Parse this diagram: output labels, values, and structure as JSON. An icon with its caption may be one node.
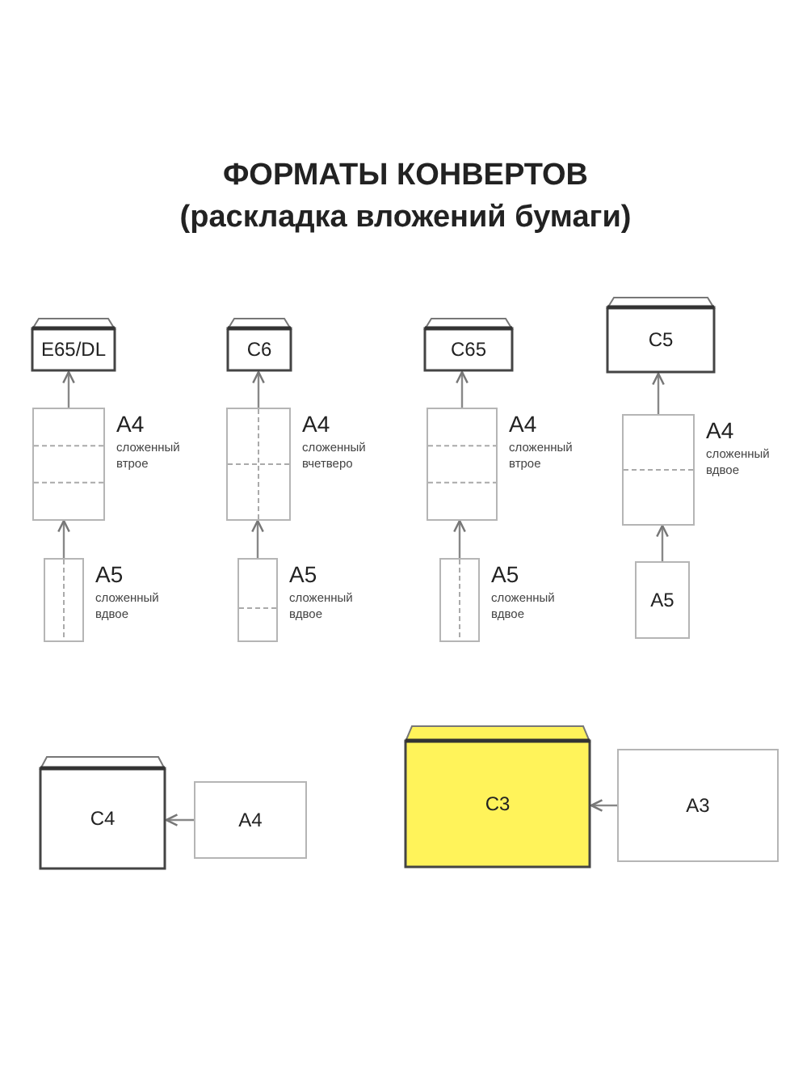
{
  "diagram": {
    "title": "ФОРМАТЫ КОНВЕРТОВ (раскладка вложений бумаги)",
    "nodes": [
      {
        "text": [
          "E65/DL"
        ]
      },
      {
        "text": [],
        "shape": "box",
        "beside": [
          "A4",
          "сложенный втрое"
        ]
      },
      {
        "text": [],
        "shape": "box",
        "beside": [
          "A5",
          "сложенный вдвое"
        ]
      },
      {
        "text": [
          "C6"
        ]
      },
      {
        "text": [],
        "shape": "box",
        "beside": [
          "A4",
          "сложенный вчетверо"
        ]
      },
      {
        "text": [],
        "shape": "box",
        "beside": [
          "A5",
          "сложенный вдвое"
        ]
      },
      {
        "text": [
          "C65"
        ]
      },
      {
        "text": [],
        "shape": "box",
        "beside": [
          "A4",
          "сложенный втрое"
        ]
      },
      {
        "text": [],
        "shape": "box",
        "beside": [
          "A5",
          "сложенный вдвое"
        ]
      },
      {
        "text": [
          "C5"
        ]
      },
      {
        "text": [],
        "shape": "box",
        "beside": [
          "A4",
          "сложенный вдвое"
        ]
      },
      {
        "text": [
          "A5"
        ]
      },
      {
        "text": [
          "C4"
        ]
      },
      {
        "text": [
          "A4"
        ]
      },
      {
        "text": [
          "C3"
        ]
      },
      {
        "text": [
          "A3"
        ]
      }
    ],
    "edges": [
      {
        "from": 1,
        "to": 0,
        "arrow": "to"
      },
      {
        "from": 2,
        "to": 1,
        "arrow": "to"
      },
      {
        "from": 4,
        "to": 3,
        "arrow": "to"
      },
      {
        "from": 5,
        "to": 4,
        "arrow": "to"
      },
      {
        "from": 7,
        "to": 6,
        "arrow": "to"
      },
      {
        "from": 8,
        "to": 7,
        "arrow": "to"
      },
      {
        "from": 10,
        "to": 9,
        "arrow": "to"
      },
      {
        "from": 11,
        "to": 10,
        "arrow": "to"
      },
      {
        "from": 13,
        "to": 12,
        "arrow": "to"
      },
      {
        "from": 15,
        "to": 14,
        "arrow": "to"
      }
    ]
  }
}
